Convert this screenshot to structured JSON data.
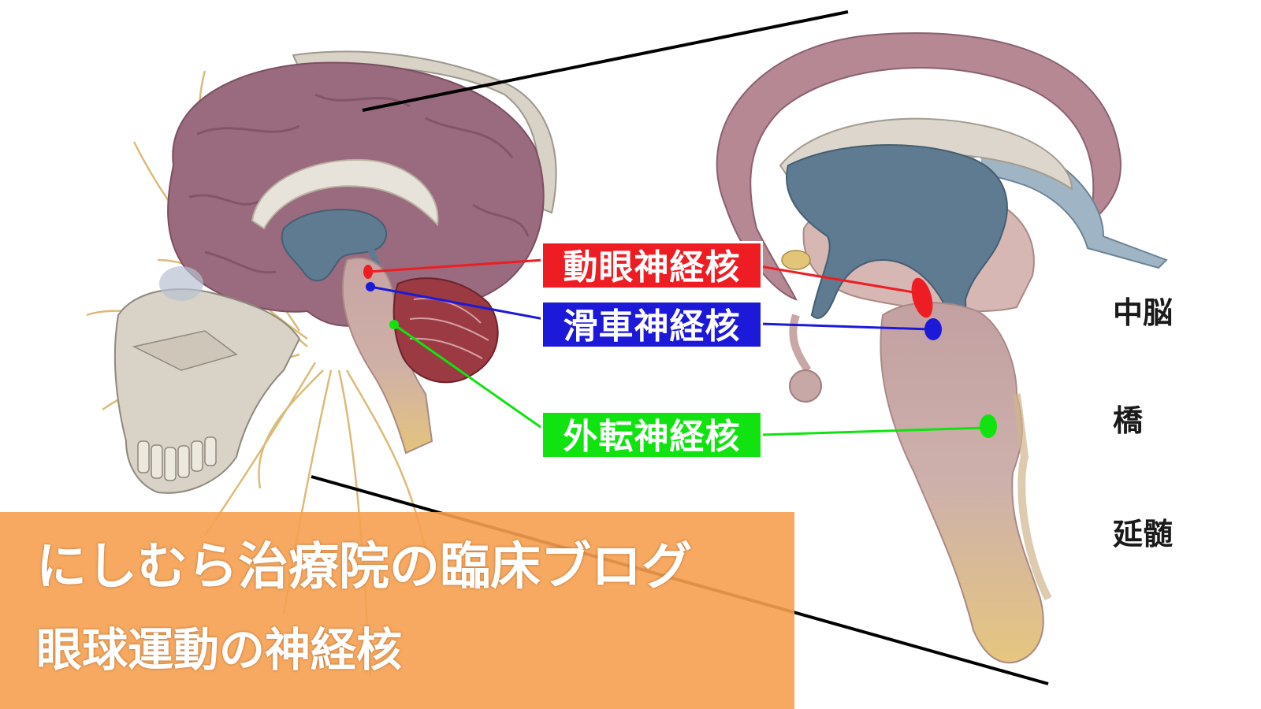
{
  "labels": {
    "oculomotor": "動眼神経核",
    "trochlear": "滑車神経核",
    "abducens": "外転神経核"
  },
  "regions": {
    "midbrain": "中脳",
    "pons": "橋",
    "medulla": "延髄"
  },
  "banner": {
    "title": "にしむら治療院の臨床ブログ",
    "subtitle": "眼球運動の神経核"
  },
  "colors": {
    "oculomotor": "#ee1d23",
    "trochlear": "#1c19d8",
    "abducens": "#10e310",
    "banner": "#f6a050",
    "cortex": "#9a6a7e",
    "ventricle": "#5f7b92",
    "brainstem": "#c9a7a3",
    "spinal_cord": "#e2c07a",
    "nerves": "#d7b56a",
    "skull": "#d9d2c6",
    "cerebellum": "#9b3a43"
  },
  "icons": [
    "head-sagittal-illustration",
    "brainstem-closeup-illustration"
  ]
}
